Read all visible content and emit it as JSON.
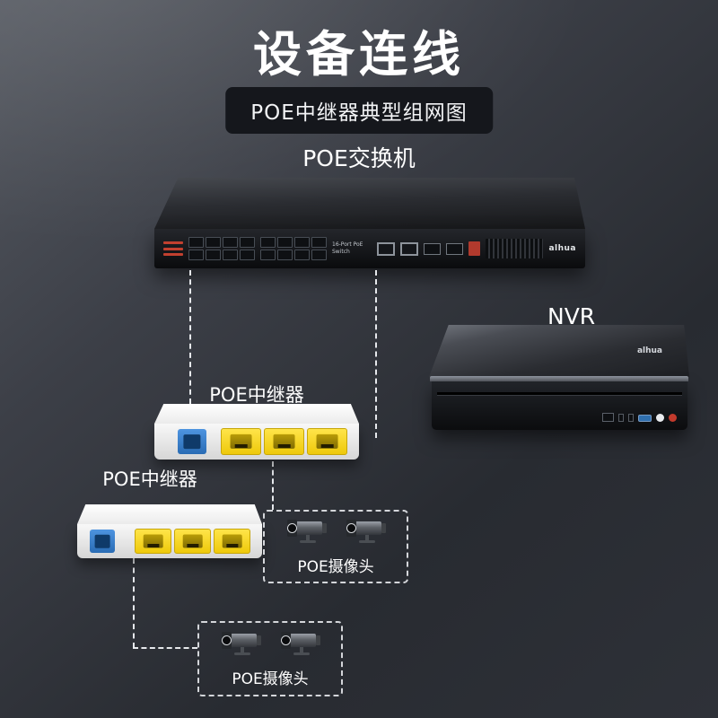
{
  "page": {
    "title": "设备连线",
    "badge": "POE中继器典型组网图"
  },
  "switch": {
    "label": "POE交换机",
    "front_text": "16-Port PoE Switch",
    "brand": "alhua",
    "rj45_ports": 16,
    "uplink_ports": 2,
    "sfp_ports": 2
  },
  "nvr": {
    "label": "NVR",
    "brand": "alhua"
  },
  "repeater1": {
    "label": "POE中继器",
    "blue_uplink_ports": 1,
    "yellow_poe_ports": 3
  },
  "repeater2": {
    "label": "POE中继器",
    "blue_uplink_ports": 1,
    "yellow_poe_ports": 3
  },
  "camera_group1": {
    "label": "POE摄像头",
    "camera_count": 2
  },
  "camera_group2": {
    "label": "POE摄像头",
    "camera_count": 2
  },
  "colors": {
    "background_top": "#565a62",
    "background_bottom": "#282b31",
    "badge_bg": "#15171c",
    "uplink_port_blue": "#2a6cb4",
    "poe_port_yellow": "#eec90a",
    "cable_line": "#f0f2f5",
    "warning_red": "#c2402f"
  }
}
